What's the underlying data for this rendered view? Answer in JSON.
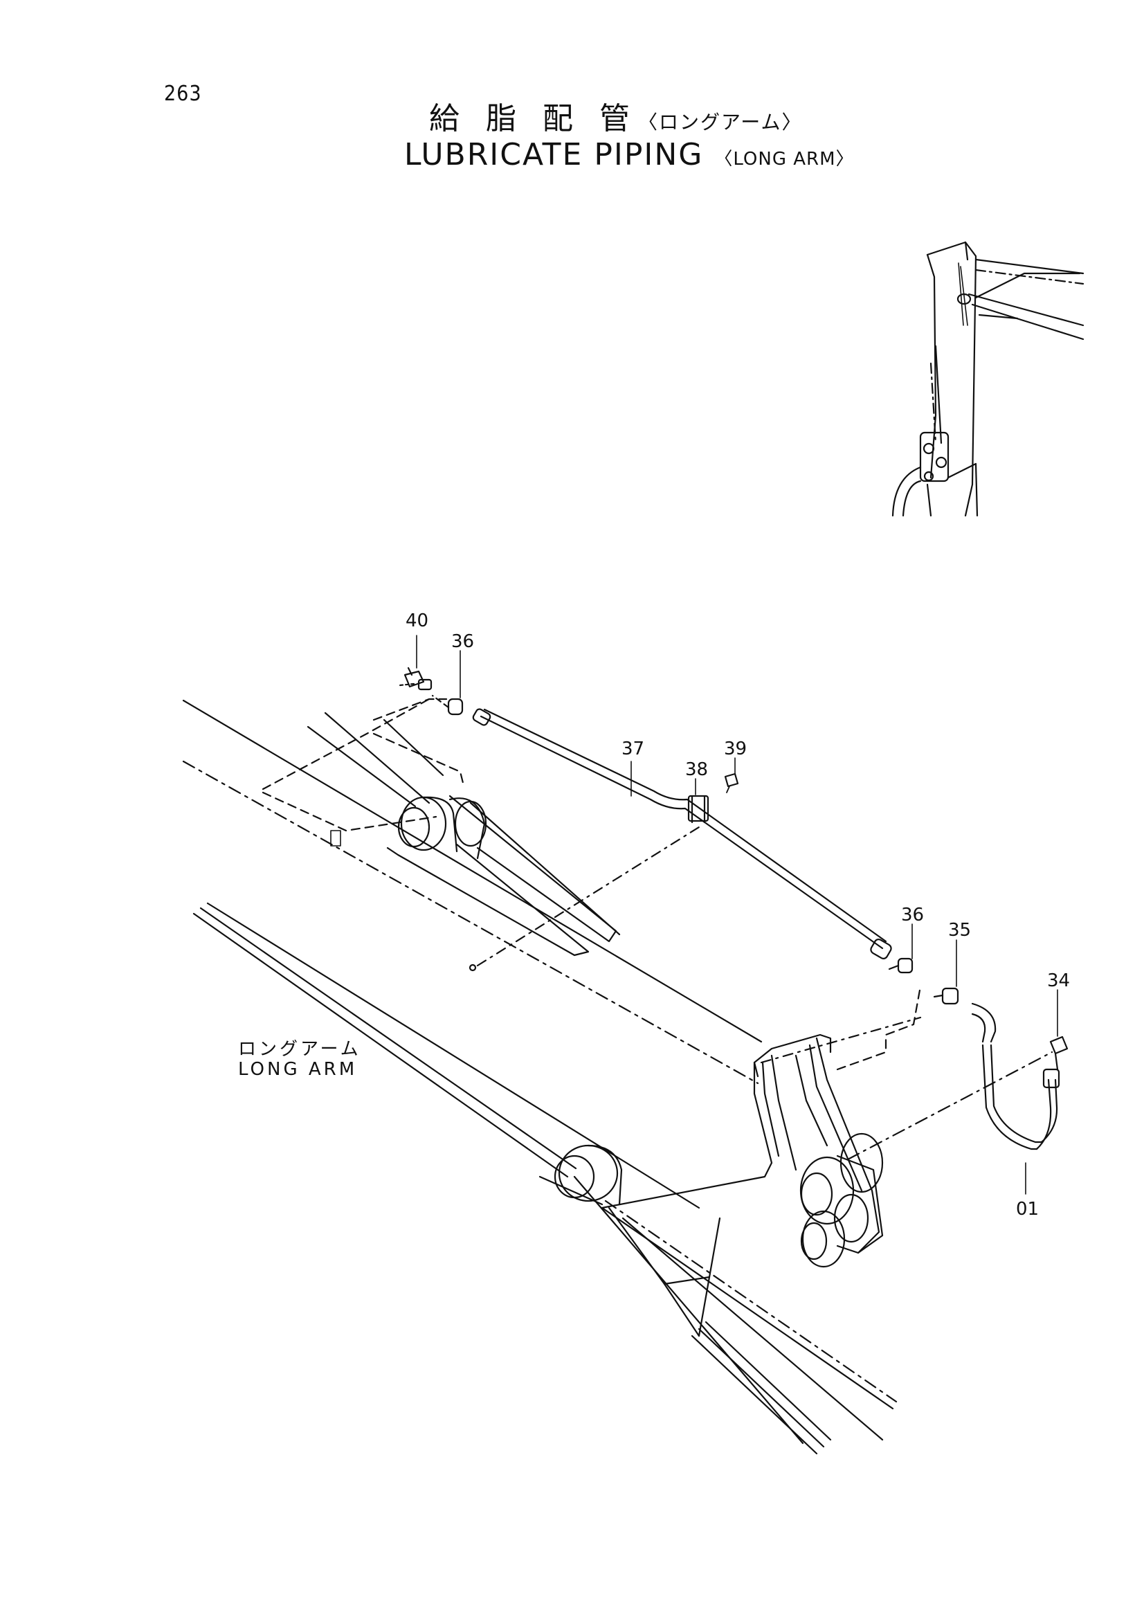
{
  "page_number": "263",
  "title": {
    "jp_main": "給 脂 配 管",
    "jp_sub": "〈ロングアーム〉",
    "en_main": "LUBRICATE PIPING",
    "en_sub": "〈LONG ARM〉"
  },
  "arm_label": {
    "jp": "ロングアーム",
    "en": "LONG ARM"
  },
  "parts": {
    "p40": "40",
    "p36a": "36",
    "p37": "37",
    "p38": "38",
    "p39": "39",
    "p36b": "36",
    "p35": "35",
    "p34": "34",
    "p01": "01"
  }
}
